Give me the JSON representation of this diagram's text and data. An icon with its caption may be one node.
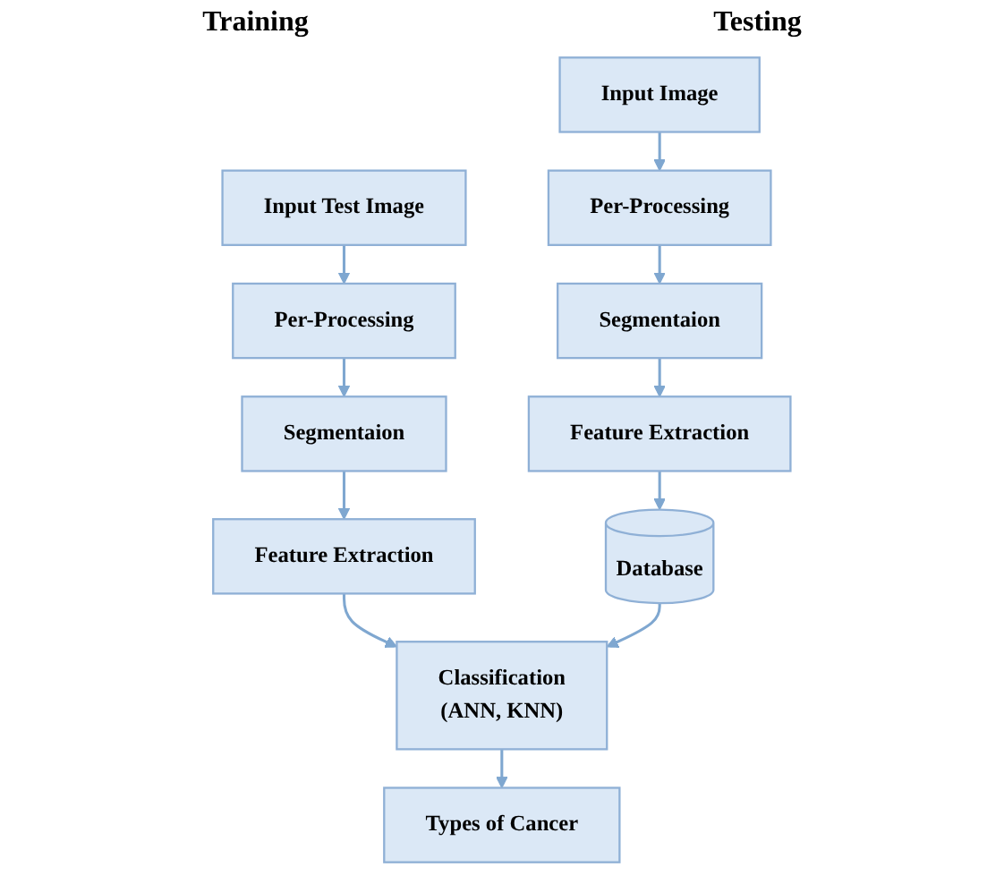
{
  "diagram": {
    "nodes": [
      {
        "text": [
          "Input Image"
        ]
      },
      {
        "text": [
          "Per-Processing"
        ]
      },
      {
        "text": [
          "Segmentaion"
        ]
      },
      {
        "text": [
          "Feature Extraction"
        ]
      },
      {
        "text": [
          "Database"
        ]
      },
      {
        "text": [
          "Input Test Image"
        ]
      },
      {
        "text": [
          "Per-Processing"
        ]
      },
      {
        "text": [
          "Segmentaion"
        ]
      },
      {
        "text": [
          "Feature Extraction"
        ]
      },
      {
        "text": [
          "Classification",
          "(ANN, KNN)"
        ]
      },
      {
        "text": [
          "Types of Cancer"
        ]
      }
    ],
    "edges": [
      {
        "from": 0,
        "to": 1,
        "arrow": "to"
      },
      {
        "from": 1,
        "to": 2,
        "arrow": "to"
      },
      {
        "from": 2,
        "to": 3,
        "arrow": "to"
      },
      {
        "from": 3,
        "to": 4,
        "arrow": "to"
      },
      {
        "from": 5,
        "to": 6,
        "arrow": "to"
      },
      {
        "from": 6,
        "to": 7,
        "arrow": "to"
      },
      {
        "from": 7,
        "to": 8,
        "arrow": "to"
      },
      {
        "from": 8,
        "to": 9,
        "arrow": "to"
      },
      {
        "from": 9,
        "to": 10,
        "arrow": "to"
      },
      {
        "from": 4,
        "to": 9,
        "arrow": "to"
      }
    ],
    "labels": [
      "Training",
      "Testing"
    ]
  }
}
